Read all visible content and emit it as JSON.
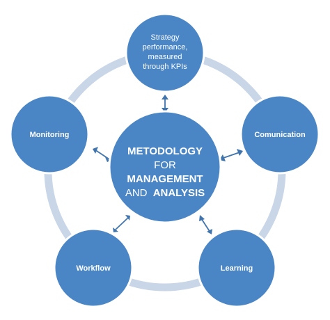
{
  "colors": {
    "ring": "#c9d6e8",
    "node_fill": "#4a86c5",
    "node_stroke": "#ffffff",
    "arrow": "#3f74ad"
  },
  "center": {
    "line1": "METODOLOGY",
    "line2": "FOR",
    "line3": "MANAGEMENT",
    "line4_part1": "AND",
    "line4_part2": "ANALYSIS"
  },
  "nodes": {
    "strategy": {
      "line1": "Strategy",
      "line2": "performance,",
      "line3": "measured",
      "line4": "through KPIs"
    },
    "communication": {
      "label": "Comunication"
    },
    "learning": {
      "label": "Learning"
    },
    "workflow": {
      "label": "Workflow"
    },
    "monitoring": {
      "label": "Monitoring"
    }
  }
}
